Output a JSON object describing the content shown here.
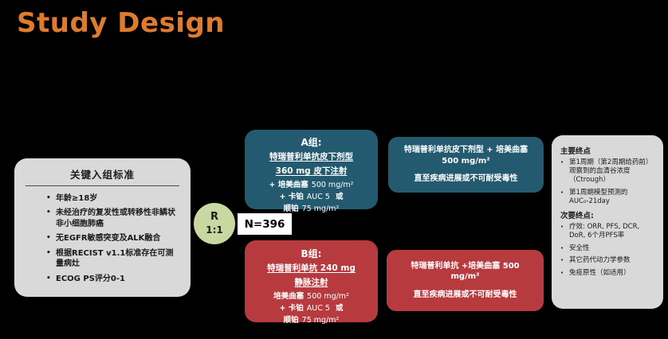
{
  "title": "Study Design",
  "colors": {
    "background": "#000000",
    "title_orange": "#DE7B2F",
    "arm_blue": "#235A70",
    "arm_red": "#B73B3E",
    "randomize_green": "#C8D8A0",
    "panel_gray": "#D9D9D9",
    "text_dark": "#1A1A1A",
    "text_light": "#FFFFFF"
  },
  "inclusion": {
    "title": "关键入组标准",
    "items": [
      "年龄≥18岁",
      "未经治疗的复发性或转移性非鳞状非小细胞肺癌",
      "无EGFR敏感突变及ALK融合",
      "根据RECIST v1.1标准存在可测量病灶",
      "ECOG PS评分0-1"
    ]
  },
  "randomization": {
    "symbol": "R",
    "ratio": "1:1",
    "n_label": "N=396"
  },
  "arm_a": {
    "title": "A组:",
    "regimen_line1": "特瑞普利单抗皮下剂型",
    "regimen_line2": "360 mg  皮下注射",
    "chemo": [
      {
        "bold": "+ 培美曲塞",
        "normal": "500 mg/m²",
        "or": ""
      },
      {
        "bold": "+ 卡铂",
        "normal": "AUC 5",
        "or": "或"
      },
      {
        "bold": "顺铂",
        "normal": "75 mg/m²",
        "or": ""
      }
    ]
  },
  "arm_b": {
    "title": "B组:",
    "regimen_line1": "特瑞普利单抗 240 mg",
    "regimen_line2": "静脉注射",
    "chemo": [
      {
        "bold": "培美曲塞",
        "normal": "500 mg/m²",
        "or": ""
      },
      {
        "bold": "+ 卡铂",
        "normal": "AUC 5",
        "or": "或"
      },
      {
        "bold": "顺铂",
        "normal": "75 mg/m²",
        "or": ""
      }
    ]
  },
  "maintenance_a": {
    "line1": "特瑞普利单抗皮下剂型 + 培美曲塞 500 mg/m²",
    "line2": "直至疾病进展或不可耐受毒性"
  },
  "maintenance_b": {
    "line1": "特瑞普利单抗 +培美曲塞 500 mg/m²",
    "line2": "直至疾病进展或不可耐受毒性"
  },
  "endpoints": {
    "primary_title": "主要终点",
    "primary_items": [
      "第1周期（第2周期给药前）观察到的血清谷浓度（Ctrough）",
      "第1周期模型预测的AUC₀-21day"
    ],
    "secondary_title": "次要终点:",
    "secondary_items": [
      "疗效: ORR, PFS, DCR, DoR, 6个月PFS率",
      "安全性",
      "其它药代动力学参数",
      "免疫原性（如适用）"
    ]
  }
}
